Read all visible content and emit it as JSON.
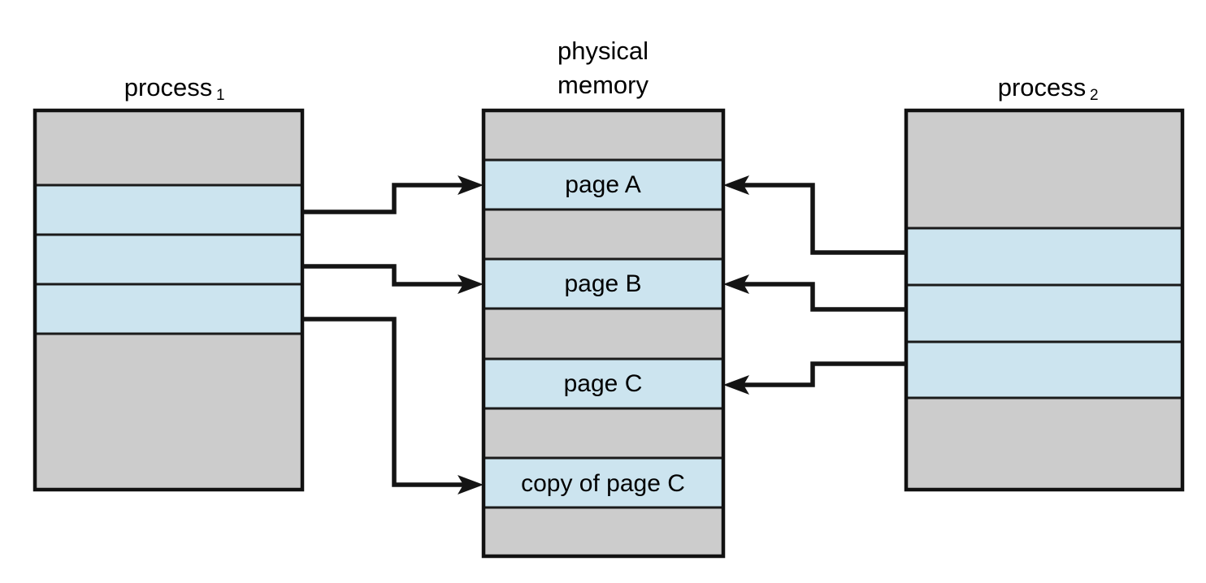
{
  "figure": {
    "kind": "copy-on-write memory diagram",
    "background": "#ffffff",
    "colors": {
      "shared_page_fill": "#cce4ef",
      "unshared_fill": "#cccccc",
      "border": "#1a1a1a",
      "connector": "#141414",
      "text": "#000000"
    }
  },
  "columns": {
    "left": {
      "title": "process",
      "subscript": "1",
      "cells": [
        {
          "label": "",
          "fill": "unshared"
        },
        {
          "label": "",
          "fill": "shared"
        },
        {
          "label": "",
          "fill": "shared"
        },
        {
          "label": "",
          "fill": "shared"
        },
        {
          "label": "",
          "fill": "unshared"
        }
      ]
    },
    "center": {
      "title_line1": "physical",
      "title_line2": "memory",
      "cells": [
        {
          "label": "",
          "fill": "unshared"
        },
        {
          "label": "page A",
          "fill": "shared"
        },
        {
          "label": "",
          "fill": "unshared"
        },
        {
          "label": "page B",
          "fill": "shared"
        },
        {
          "label": "",
          "fill": "unshared"
        },
        {
          "label": "page C",
          "fill": "shared"
        },
        {
          "label": "",
          "fill": "unshared"
        },
        {
          "label": "copy of page C",
          "fill": "shared"
        },
        {
          "label": "",
          "fill": "unshared"
        }
      ]
    },
    "right": {
      "title": "process",
      "subscript": "2",
      "cells": [
        {
          "label": "",
          "fill": "unshared"
        },
        {
          "label": "",
          "fill": "shared"
        },
        {
          "label": "",
          "fill": "shared"
        },
        {
          "label": "",
          "fill": "shared"
        },
        {
          "label": "",
          "fill": "unshared"
        }
      ]
    }
  },
  "connectors": [
    {
      "name": "p1-row1-to-pageA",
      "from": "left.cells.1",
      "to": "center.cells.1",
      "direction": "right"
    },
    {
      "name": "p1-row2-to-pageB",
      "from": "left.cells.2",
      "to": "center.cells.3",
      "direction": "right"
    },
    {
      "name": "p1-row3-to-copy-of-pageC",
      "from": "left.cells.3",
      "to": "center.cells.7",
      "direction": "right"
    },
    {
      "name": "p2-row1-to-pageA",
      "from": "right.cells.1",
      "to": "center.cells.1",
      "direction": "left"
    },
    {
      "name": "p2-row2-to-pageB",
      "from": "right.cells.2",
      "to": "center.cells.3",
      "direction": "left"
    },
    {
      "name": "p2-row3-to-pageC",
      "from": "right.cells.3",
      "to": "center.cells.5",
      "direction": "left"
    }
  ]
}
